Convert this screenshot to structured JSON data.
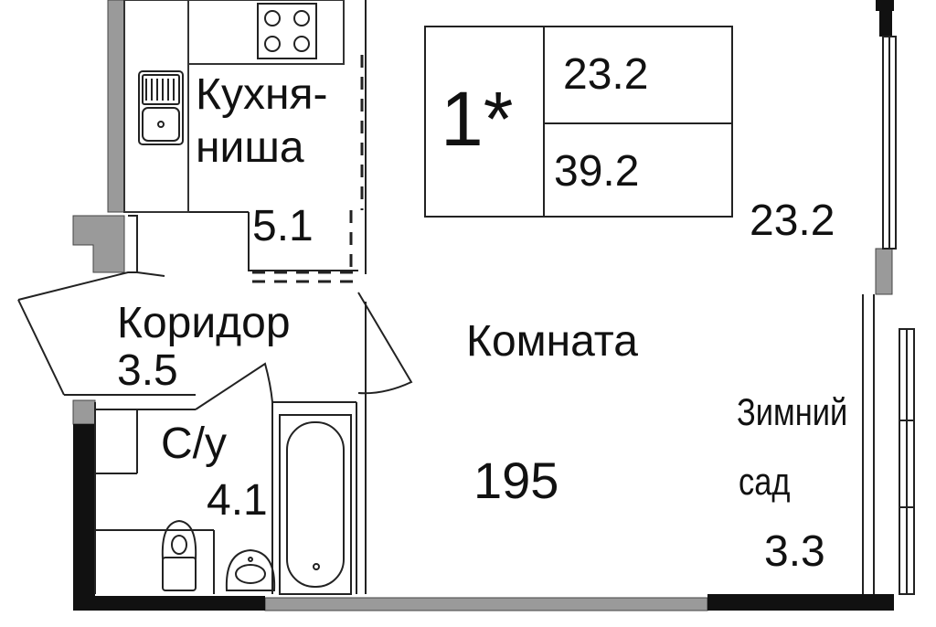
{
  "info": {
    "rooms": "1*",
    "living_area": "23.2",
    "total_area": "39.2"
  },
  "rooms": {
    "kitchen": {
      "name_line1": "Кухня-",
      "name_line2": "ниша",
      "area": "5.1"
    },
    "corridor": {
      "name": "Коридор",
      "area": "3.5"
    },
    "bathroom": {
      "name": "С/у",
      "area": "4.1"
    },
    "living": {
      "name": "Комната",
      "area": "23.2",
      "number": "195"
    },
    "winter_garden": {
      "name_line1": "Зимний",
      "name_line2": "сад",
      "area": "3.3"
    }
  },
  "colors": {
    "wall": "#111111",
    "partition": "#9a9a9a",
    "line": "#222222",
    "background": "#ffffff"
  }
}
